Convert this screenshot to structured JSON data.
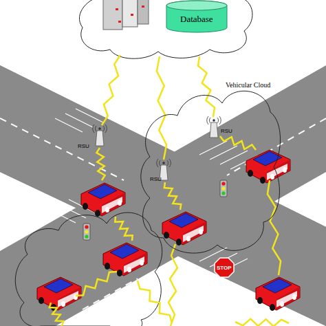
{
  "diagram": {
    "nodes": [
      {
        "text": [
          "Database"
        ]
      },
      {
        "text": [
          "Vehicular Cloud"
        ]
      },
      {
        "text": [
          "STOP"
        ]
      }
    ],
    "labels": [
      "RSU",
      "RSU",
      "RSU"
    ]
  }
}
